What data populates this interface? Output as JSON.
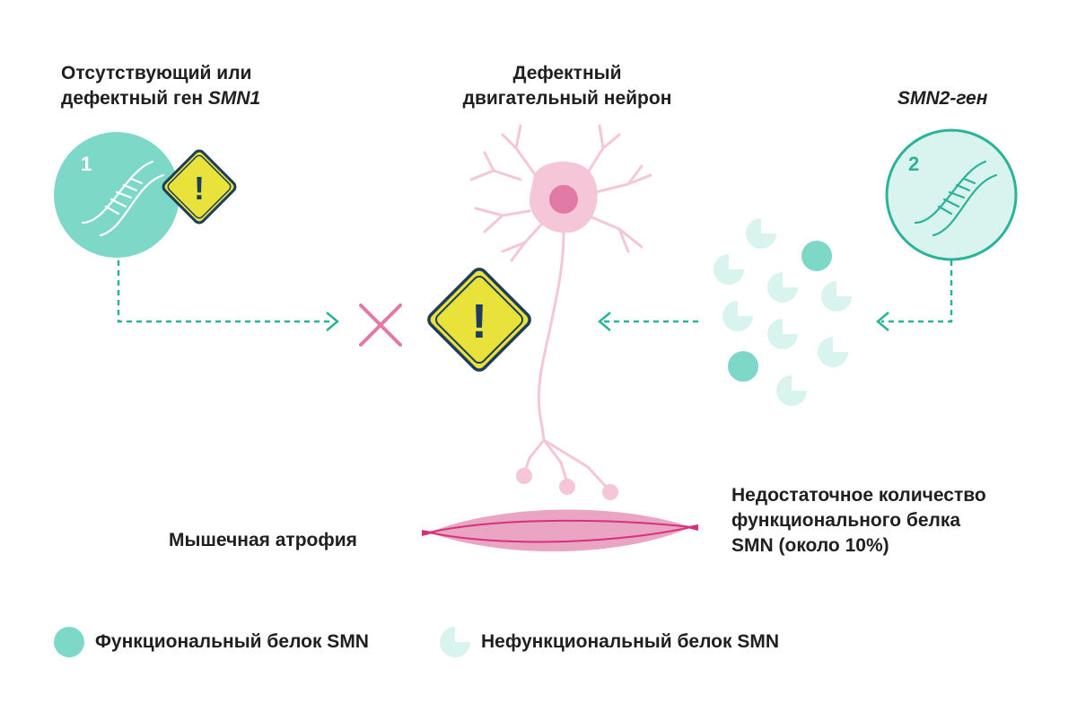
{
  "labels": {
    "gene1_line1": "Отсутствующий или",
    "gene1_line2_prefix": "дефектный ген ",
    "gene1_line2_italic": "SMN1",
    "neuron_line1": "Дефектный",
    "neuron_line2": "двигательный нейрон",
    "gene2": "SMN2-ген",
    "atrophy": "Мышечная атрофия",
    "shortage_line1": "Недостаточное количество",
    "shortage_line2": "функционального белка",
    "shortage_line3": "SMN (около 10%)"
  },
  "badges": {
    "gene1_number": "1",
    "gene2_number": "2",
    "warning_symbol": "!"
  },
  "legend": {
    "functional": "Функциональный белок SMN",
    "nonfunctional": "Нефункциональный белок SMN"
  },
  "colors": {
    "teal": "#7dd8c7",
    "teal_light": "#d9f3ee",
    "teal_dark": "#2ab39a",
    "pink": "#f4c6d8",
    "pink_dark": "#e27aa8",
    "magenta": "#d6317f",
    "yellow": "#e9e23a",
    "navy": "#1d3d5e"
  }
}
